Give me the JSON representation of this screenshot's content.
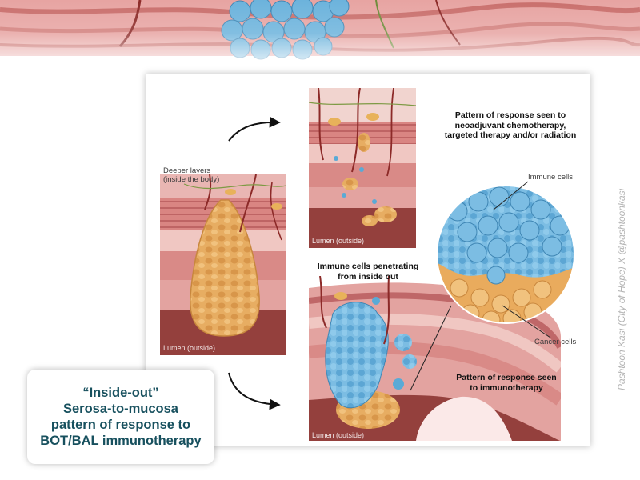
{
  "title_card": {
    "text": "“Inside-out”\nSerosa-to-mucosa\npattern of response to\nBOT/BAL immunotherapy"
  },
  "credit": "Pashtoon Kasi (City of Hope) X @pashtoonkasi",
  "left_panel": {
    "deeper_label_line1": "Deeper layers",
    "deeper_label_line2": "(inside the body)",
    "lumen_label": "Lumen (outside)"
  },
  "top_panel": {
    "lumen_label": "Lumen (outside)",
    "caption": "Pattern of response seen to neoadjuvant chemotherapy, targeted therapy and/or radiation"
  },
  "bottom_panel": {
    "heading": "Immune cells penetrating from inside out",
    "lumen_label": "Lumen (outside)",
    "caption": "Pattern of response seen to immunotherapy"
  },
  "zoom_circle": {
    "immune_label": "Immune cells",
    "cancer_label": "Cancer cells"
  },
  "colors": {
    "title_text": "#17505e",
    "tumor": "#e8ae62",
    "immune": "#5aaad6",
    "tissue_pink": "#e39a98",
    "lumen": "#94403d"
  }
}
